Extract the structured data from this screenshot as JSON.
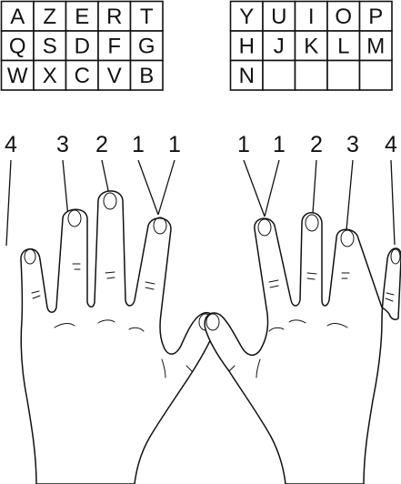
{
  "keyboard": {
    "left": [
      [
        "A",
        "Z",
        "E",
        "R",
        "T"
      ],
      [
        "Q",
        "S",
        "D",
        "F",
        "G"
      ],
      [
        "W",
        "X",
        "C",
        "V",
        "B"
      ]
    ],
    "right": [
      [
        "Y",
        "U",
        "I",
        "O",
        "P"
      ],
      [
        "H",
        "J",
        "K",
        "L",
        "M"
      ],
      [
        "N",
        "",
        "",
        "",
        ""
      ]
    ]
  },
  "fingers": {
    "left": [
      "4",
      "3",
      "2",
      "1",
      "1"
    ],
    "right": [
      "1",
      "1",
      "2",
      "3",
      "4"
    ]
  }
}
